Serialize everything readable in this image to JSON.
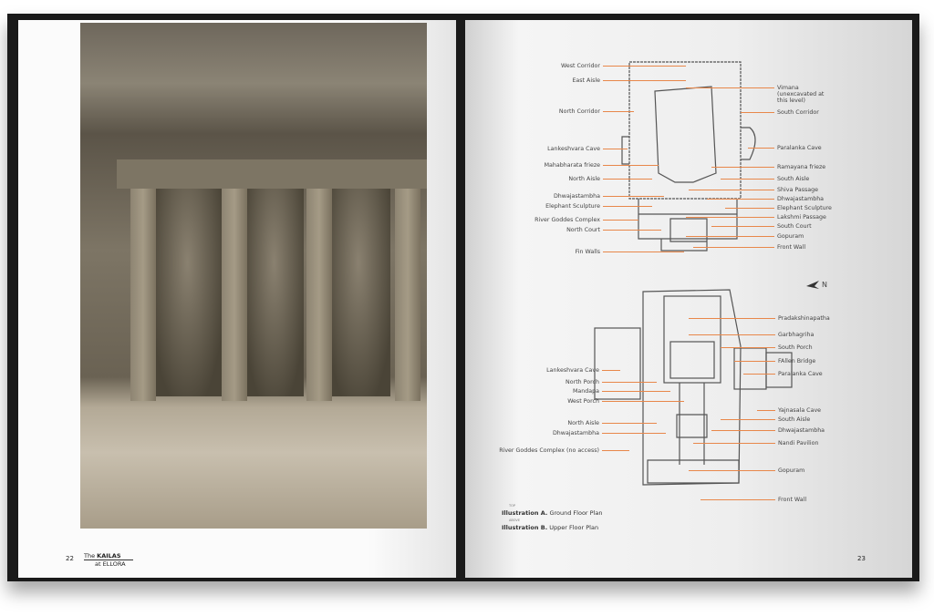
{
  "left_page": {
    "page_number": "22",
    "running_title": {
      "line1_prefix": "The ",
      "line1_bold": "KAILAS",
      "line2": "at ELLORA"
    }
  },
  "right_page": {
    "page_number": "23",
    "north_label": "N",
    "captions": [
      {
        "position": "TOP",
        "label": "Illustration A.",
        "text": " Ground Floor Plan"
      },
      {
        "position": "ABOVE",
        "label": "Illustration B.",
        "text": " Upper Floor Plan"
      }
    ],
    "ground_floor_labels_left": [
      "West Corridor",
      "East Aisle",
      "North Corridor",
      "Lankeshvara Cave",
      "Mahabharata frieze",
      "North Aisle",
      "Dhwajastambha",
      "Elephant Sculpture",
      "River Goddes Complex",
      "North Court",
      "Fin Walls"
    ],
    "ground_floor_labels_right": [
      "Vimana (unexcavated at this level)",
      "South Corridor",
      "Paralanka Cave",
      "Ramayana frieze",
      "South Aisle",
      "Shiva Passage",
      "Dhwajastambha",
      "Elephant Sculpture",
      "Lakshmi Passage",
      "South Court",
      "Gopuram",
      "Front Wall"
    ],
    "upper_floor_labels_left": [
      "Lankeshvara Cave",
      "North Porch",
      "Mandapa",
      "West Porch",
      "North Aisle",
      "Dhwajastambha",
      "River Goddes Complex (no access)"
    ],
    "upper_floor_labels_right": [
      "Pradakshinapatha",
      "Garbhagriha",
      "South Porch",
      "FAllen Bridge",
      "Paralanka Cave",
      "Yajnasala Cave",
      "South Aisle",
      "Dhwajastambha",
      "Nandi Pavilion",
      "Gopuram",
      "Front Wall"
    ]
  },
  "colors": {
    "leader_line": "#e8874a",
    "cover": "#1a1a1a"
  }
}
